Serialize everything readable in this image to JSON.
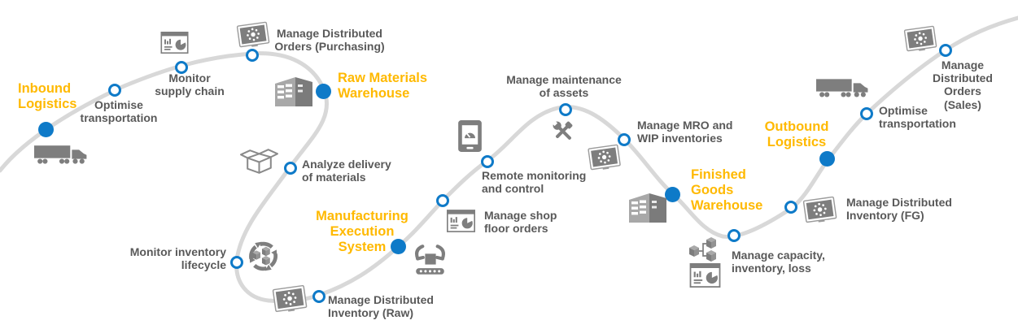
{
  "diagram": {
    "type": "process-flow",
    "description_visible_text_only": true,
    "palette": {
      "stage_label_yellow": "#FFB900",
      "node_blue": "#0E7AC8",
      "activity_label_gray": "#595959",
      "icon_gray": "#7E7E7E",
      "path_gray": "#D8D8D8"
    },
    "stages": [
      {
        "label": "Inbound\nLogistics",
        "icon": "truck-icon",
        "marker": "filled-dot"
      },
      {
        "label": "Raw Materials\nWarehouse",
        "icon": "warehouse-icon",
        "marker": "filled-dot"
      },
      {
        "label": "Manufacturing\nExecution\nSystem",
        "icon": "robot-arm-icon",
        "marker": "filled-dot"
      },
      {
        "label": "Finished\nGoods\nWarehouse",
        "icon": "warehouse-icon",
        "marker": "filled-dot"
      },
      {
        "label": "Outbound\nLogistics",
        "icon": "truck-icon",
        "marker": "filled-dot"
      }
    ],
    "activities": [
      {
        "label": "Optimise\ntransportation",
        "icon": null,
        "marker": "open-circle"
      },
      {
        "label": "Monitor\nsupply chain",
        "icon": "dashboard-chart-icon",
        "marker": "open-circle"
      },
      {
        "label": "Manage Distributed\nOrders (Purchasing)",
        "icon": "connected-device-icon",
        "marker": "open-circle"
      },
      {
        "label": "Analyze delivery\nof materials",
        "icon": "open-box-icon",
        "marker": "open-circle"
      },
      {
        "label": "Monitor inventory\nlifecycle",
        "icon": "inventory-cycle-icon",
        "marker": "open-circle"
      },
      {
        "label": "Manage Distributed\nInventory (Raw)",
        "icon": "connected-device-icon",
        "marker": "open-circle"
      },
      {
        "label": "Manage shop\nfloor orders",
        "icon": "dashboard-chart-icon",
        "marker": "open-circle"
      },
      {
        "label": "Remote monitoring\nand control",
        "icon": "tablet-gauge-icon",
        "marker": "open-circle"
      },
      {
        "label": "Manage maintenance\nof assets",
        "icon": "crossed-tools-icon",
        "marker": "open-circle"
      },
      {
        "label": "Manage MRO and\nWIP inventories",
        "icon": "connected-device-icon",
        "marker": "open-circle"
      },
      {
        "label": "Manage capacity,\ninventory, loss",
        "icon": "linked-boxes-icon + dashboard-chart-icon",
        "marker": "open-circle"
      },
      {
        "label": "Manage Distributed\nInventory (FG)",
        "icon": "connected-device-icon",
        "marker": "open-circle"
      },
      {
        "label": "Optimise\ntransportation",
        "icon": null,
        "marker": "open-circle"
      },
      {
        "label": "Manage\nDistributed\nOrders (Sales)",
        "icon": "connected-device-icon",
        "marker": "open-circle"
      }
    ]
  }
}
